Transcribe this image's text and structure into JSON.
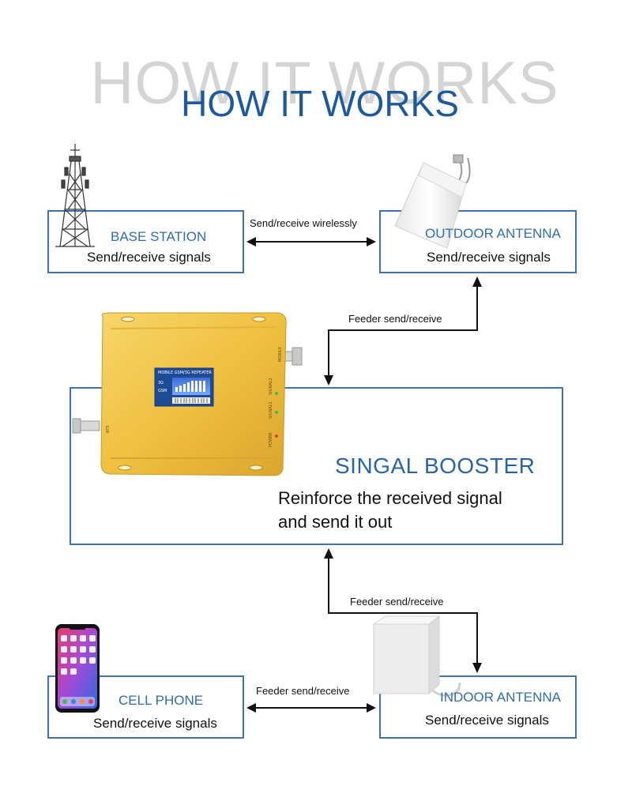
{
  "header": {
    "title_shadow": "HOW IT WORKS",
    "title": "HOW IT WORKS"
  },
  "base_station": {
    "title": "BASE STATION",
    "subtitle": "Send/receive signals"
  },
  "outdoor_antenna": {
    "title": "OUTDOOR ANTENNA",
    "subtitle": "Send/receive signals"
  },
  "booster": {
    "title": "SINGAL BOOSTER",
    "line1": "Reinforce the received signal",
    "line2": "and send it out"
  },
  "cell_phone": {
    "title": "CELL PHONE",
    "subtitle": "Send/receive signals"
  },
  "indoor_antenna": {
    "title": "INDOOR ANTENNA",
    "subtitle": "Send/receive signals"
  },
  "connections": {
    "wireless": "Send/receive wirelessly",
    "feeder_top": "Feeder send/receive",
    "feeder_mid": "Feeder send/receive",
    "feeder_bottom": "Feeder send/receive"
  },
  "device_labels": {
    "repeater": "MOBILE GSM/3G REPEATER",
    "band_3g": "3G",
    "band_gsm": "GSM",
    "mobile": "MOBILE",
    "bts": "BTS",
    "power": "POWER",
    "signal1": "SIGNAL1",
    "signal2": "SIGNAL2"
  },
  "colors": {
    "accent": "#2f6db0",
    "border": "#3b73b3",
    "device": "#f0c040"
  }
}
